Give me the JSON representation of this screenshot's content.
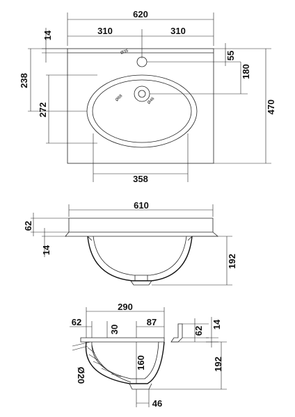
{
  "top_view": {
    "overall_width": "620",
    "half_left": "310",
    "half_right": "310",
    "thickness_left": "14",
    "tap_offset": "55",
    "waste_depth": "180",
    "overall_depth": "470",
    "bowl_front": "238",
    "bowl_depth": "272",
    "bowl_width": "358",
    "tap_hole": "Ø35",
    "waste_outer": "Ø68",
    "waste_inner": "Ø46"
  },
  "front_view": {
    "top_width": "610",
    "slab_height": "62",
    "rim_height": "14",
    "bowl_depth": "192"
  },
  "side_view": {
    "bowl_width": "290",
    "left_overhang": "62",
    "left_inset": "30",
    "right_inset": "87",
    "right_slab": "62",
    "right_rim": "14",
    "inner_depth": "160",
    "overall_depth": "192",
    "overflow": "Ø20",
    "outlet": "46"
  }
}
